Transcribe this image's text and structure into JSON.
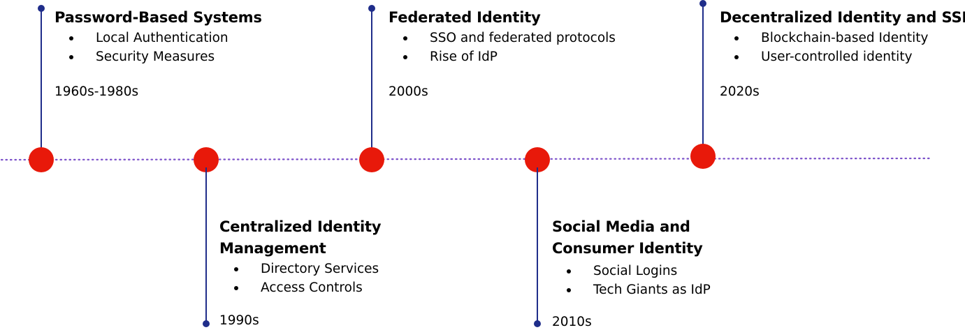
{
  "colors": {
    "axis": "#7a4fc9",
    "stem": "#1f2d8a",
    "node": "#e8190a",
    "text": "#000000"
  },
  "milestones": [
    {
      "title": "Password-Based Systems",
      "items": [
        "Local Authentication",
        "Security Measures"
      ],
      "era": "1960s-1980s"
    },
    {
      "title": "Centralized Identity Management",
      "items": [
        "Directory Services",
        "Access Controls"
      ],
      "era": "1990s"
    },
    {
      "title": "Federated Identity",
      "items": [
        "SSO and federated protocols",
        "Rise of IdP"
      ],
      "era": "2000s"
    },
    {
      "title": "Social Media and Consumer Identity",
      "items": [
        "Social Logins",
        "Tech Giants as IdP"
      ],
      "era": "2010s"
    },
    {
      "title": "Decentralized Identity and SSI",
      "items": [
        "Blockchain-based Identity",
        "User-controlled identity"
      ],
      "era": "2020s"
    }
  ]
}
